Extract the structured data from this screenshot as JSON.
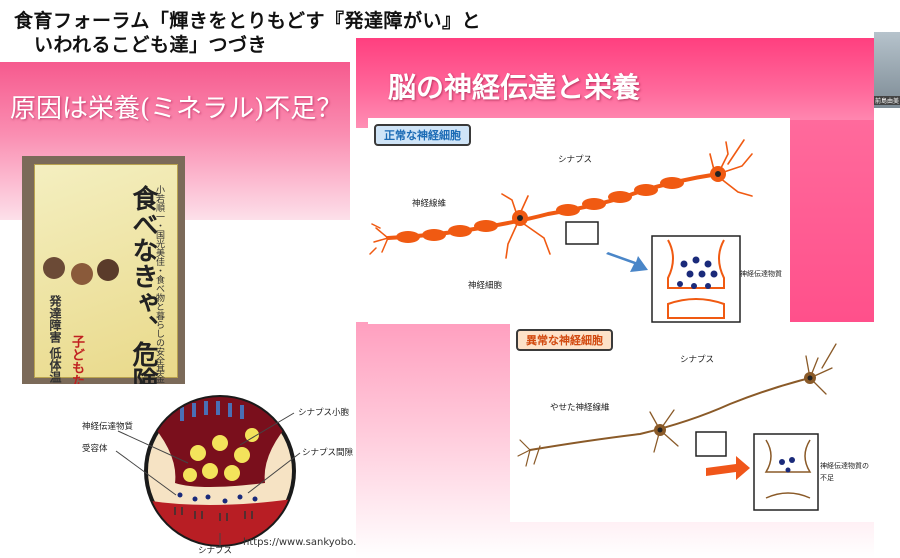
{
  "header": {
    "title_line1": "食育フォーラム「輝きをとりもどす『発達障がい』と",
    "title_line2": "いわれるこども達」つづき"
  },
  "left_slide": {
    "banner_text": "原因は栄養(ミネラル)不足？",
    "book": {
      "title": "食べなきゃ、危険！",
      "subtitle": "小若順一・国光美佳・食べ物と暮らしの安全基金",
      "band_text": "発達障害 低体温 成績不振",
      "red_text": "子どもたちが劇的に変わっていく"
    },
    "synapse_diagram": {
      "label_vesicle": "シナプス小胞",
      "label_cleft": "シナプス間隙",
      "label_transmitter": "神経伝達物質",
      "label_receptor": "受容体",
      "label_synapse": "シナプス"
    },
    "source_url": "https://www.sankyobo.co.jp/dicdet.html"
  },
  "right_slide": {
    "title": "脳の神経伝達と栄養",
    "normal": {
      "label": "正常な神経細胞",
      "synapse": "シナプス",
      "fiber": "神経線維",
      "cell": "神経細胞",
      "transmitter": "神経伝達物質"
    },
    "abnormal": {
      "label": "異常な神経細胞",
      "synapse": "シナプス",
      "fiber": "やせた神経線維",
      "transmitter_line1": "神経伝達物質の",
      "transmitter_line2": "不足"
    }
  },
  "webcam": {
    "name": "前島由美"
  },
  "colors": {
    "accent_pink": "#ff3f7f",
    "neuron_normal": "#f05a12",
    "neuron_abnormal": "#8a5a28",
    "arrow_blue": "#4a86c8",
    "arrow_orange": "#f0561a"
  }
}
